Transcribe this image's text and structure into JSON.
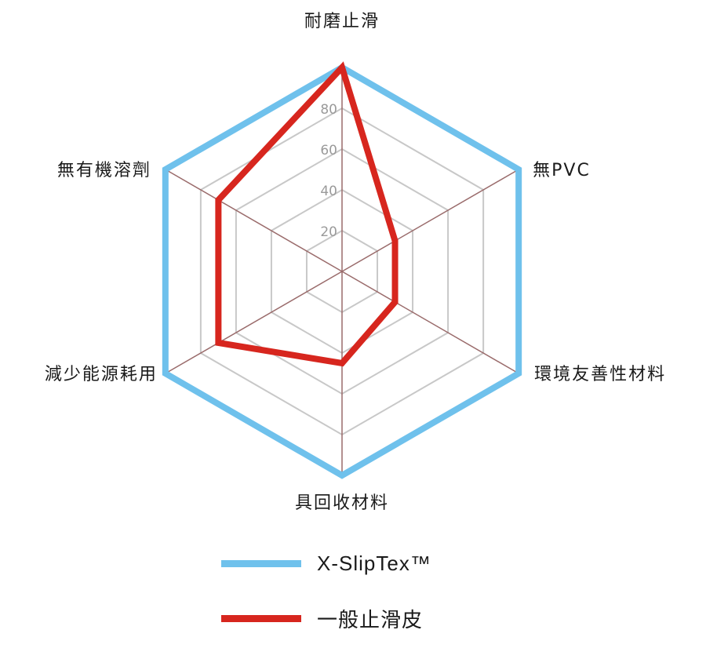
{
  "chart_data": {
    "type": "radar",
    "axes": [
      "耐磨止滑",
      "無PVC",
      "環境友善性材料",
      "具回收材料",
      "減少能源耗用",
      "無有機溶劑"
    ],
    "ticks": [
      "20",
      "40",
      "60",
      "80"
    ],
    "rmax": 100,
    "series": [
      {
        "name": "X-SlipTex™",
        "color": "#6fc1ec",
        "values": [
          100,
          100,
          100,
          100,
          100,
          100
        ]
      },
      {
        "name": "一般止滑皮",
        "color": "#d7261e",
        "values": [
          100,
          30,
          30,
          45,
          70,
          70
        ]
      }
    ],
    "grid_color": "#c8c8c8",
    "spoke_color": "#9a6b6b",
    "legend_position": "bottom"
  }
}
